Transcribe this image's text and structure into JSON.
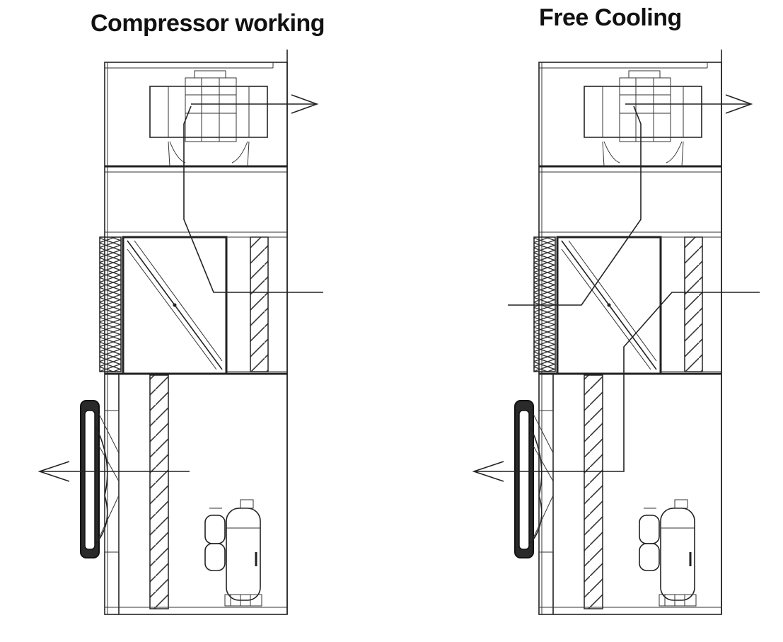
{
  "panels": [
    {
      "id": "compressor",
      "title": "Compressor working"
    },
    {
      "id": "freecooling",
      "title": "Free Cooling"
    }
  ]
}
